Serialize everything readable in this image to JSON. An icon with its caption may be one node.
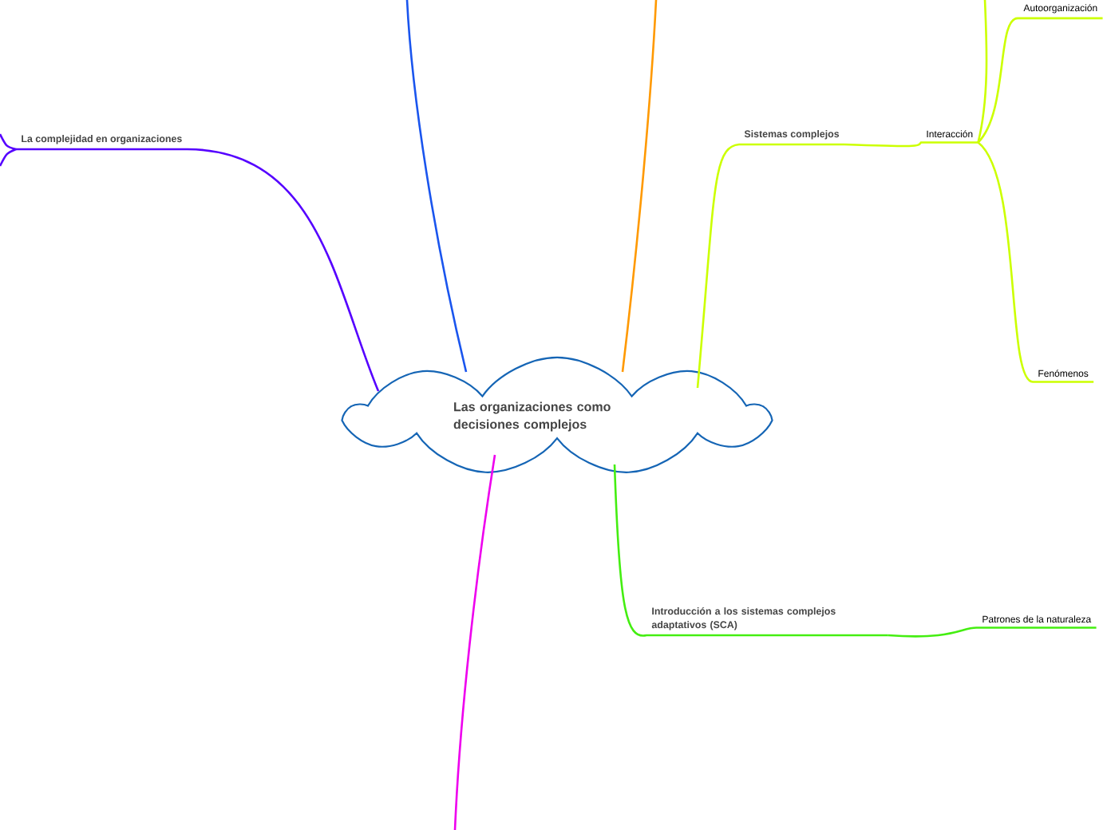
{
  "diagram": {
    "nodes": [
      {
        "text": [
          "Las organizaciones como decisiones complejos"
        ]
      },
      {
        "text": [
          "La complejidad en organizaciones"
        ]
      },
      {
        "text": [
          "Sistemas complejos"
        ]
      },
      {
        "text": [
          "Interacción"
        ]
      },
      {
        "text": [
          "Autoorganización"
        ]
      },
      {
        "text": [
          "Fenómenos"
        ]
      },
      {
        "text": [
          "Introducción a los sistemas complejos adaptativos (SCA)"
        ]
      },
      {
        "text": [
          "Patrones de la naturaleza"
        ]
      }
    ],
    "edges": [
      {
        "from": 0,
        "to": 1,
        "arrow": "none",
        "color": "#5500ff"
      },
      {
        "from": 1,
        "to": null,
        "arrow": "none",
        "color": "#5500ff"
      },
      {
        "from": 0,
        "to": null,
        "arrow": "none",
        "color": "#1a55ee"
      },
      {
        "from": 0,
        "to": null,
        "arrow": "none",
        "color": "#ff9900"
      },
      {
        "from": 0,
        "to": 2,
        "arrow": "none",
        "color": "#ccff00"
      },
      {
        "from": 2,
        "to": 3,
        "arrow": "none",
        "color": "#ccff00"
      },
      {
        "from": 3,
        "to": null,
        "arrow": "none",
        "color": "#ccff00"
      },
      {
        "from": 3,
        "to": 4,
        "arrow": "none",
        "color": "#ccff00"
      },
      {
        "from": 3,
        "to": 5,
        "arrow": "none",
        "color": "#ccff00"
      },
      {
        "from": 0,
        "to": 6,
        "arrow": "none",
        "color": "#44ee11"
      },
      {
        "from": 6,
        "to": 7,
        "arrow": "none",
        "color": "#44ee11"
      },
      {
        "from": 0,
        "to": null,
        "arrow": "none",
        "color": "#ee00ee"
      }
    ]
  }
}
